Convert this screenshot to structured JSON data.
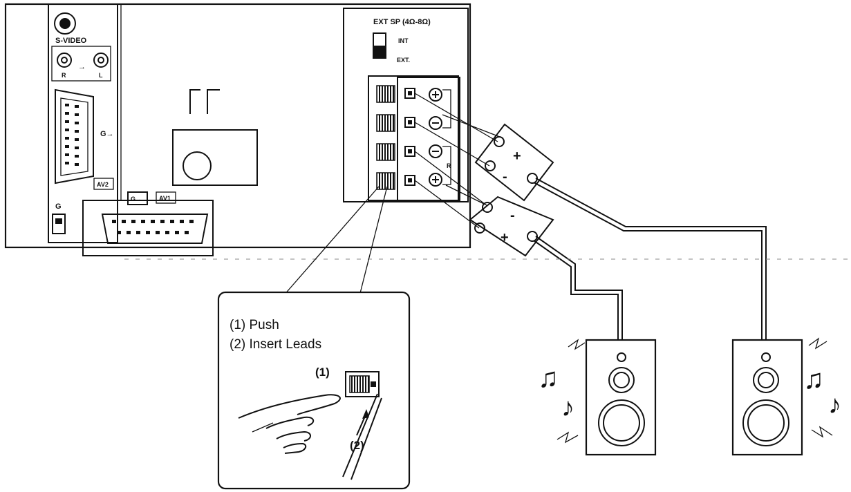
{
  "panel": {
    "ext_sp_label": "EXT SP (4Ω-8Ω)",
    "int_label": "INT",
    "ext_label": "EXT.",
    "svideo_label": "S-VIDEO",
    "r_label": "R",
    "l_label": "L",
    "av2_label": "AV2",
    "av1_label": "AV1",
    "terminal_r_label": "R"
  },
  "callout": {
    "step1": "(1) Push",
    "step2": "(2) Insert Leads",
    "marker1": "(1)",
    "marker2": "(2)"
  },
  "plugs": {
    "upper_plus": "+",
    "upper_minus": "-",
    "lower_minus": "-",
    "lower_plus": "+"
  },
  "icons": {
    "note": "music-note-icon",
    "speaker": "loudspeaker-icon"
  }
}
